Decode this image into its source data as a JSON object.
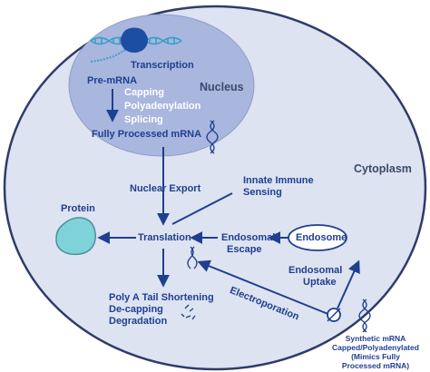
{
  "regions": {
    "nucleus": "Nucleus",
    "cytoplasm": "Cytoplasm"
  },
  "nucleus_steps": {
    "transcription": "Transcription",
    "pre_mrna": "Pre-mRNA",
    "capping": "Capping",
    "polyadenylation": "Polyadenylation",
    "splicing": "Splicing",
    "fully_processed": "Fully Processed mRNA"
  },
  "pathway": {
    "nuclear_export": "Nuclear Export",
    "innate_immune_line1": "Innate Immune",
    "innate_immune_line2": "Sensing",
    "protein": "Protein",
    "translation": "Translation",
    "endosomal_escape_line1": "Endosomal",
    "endosomal_escape_line2": "Escape",
    "endosome": "Endosome",
    "endosomal_uptake_line1": "Endosomal",
    "endosomal_uptake_line2": "Uptake",
    "electroporation": "Electroporation",
    "degradation_line1": "Poly A Tail Shortening",
    "degradation_line2": "De-capping",
    "degradation_line3": "Degradation"
  },
  "synthetic": {
    "line1": "Synthetic mRNA",
    "line2": "Capped/Polyadenylated",
    "line3": "(Mimics Fully",
    "line4": "Processed mRNA)"
  },
  "colors": {
    "cell_fill": "#dde3f1",
    "cell_border": "#2e3c69",
    "nucleus_fill": "#a9b6de",
    "arrow": "#1f3f8f",
    "protein": "#7fd2d8",
    "polymerase": "#1c4fa3",
    "dna": "#3aa0c8"
  }
}
